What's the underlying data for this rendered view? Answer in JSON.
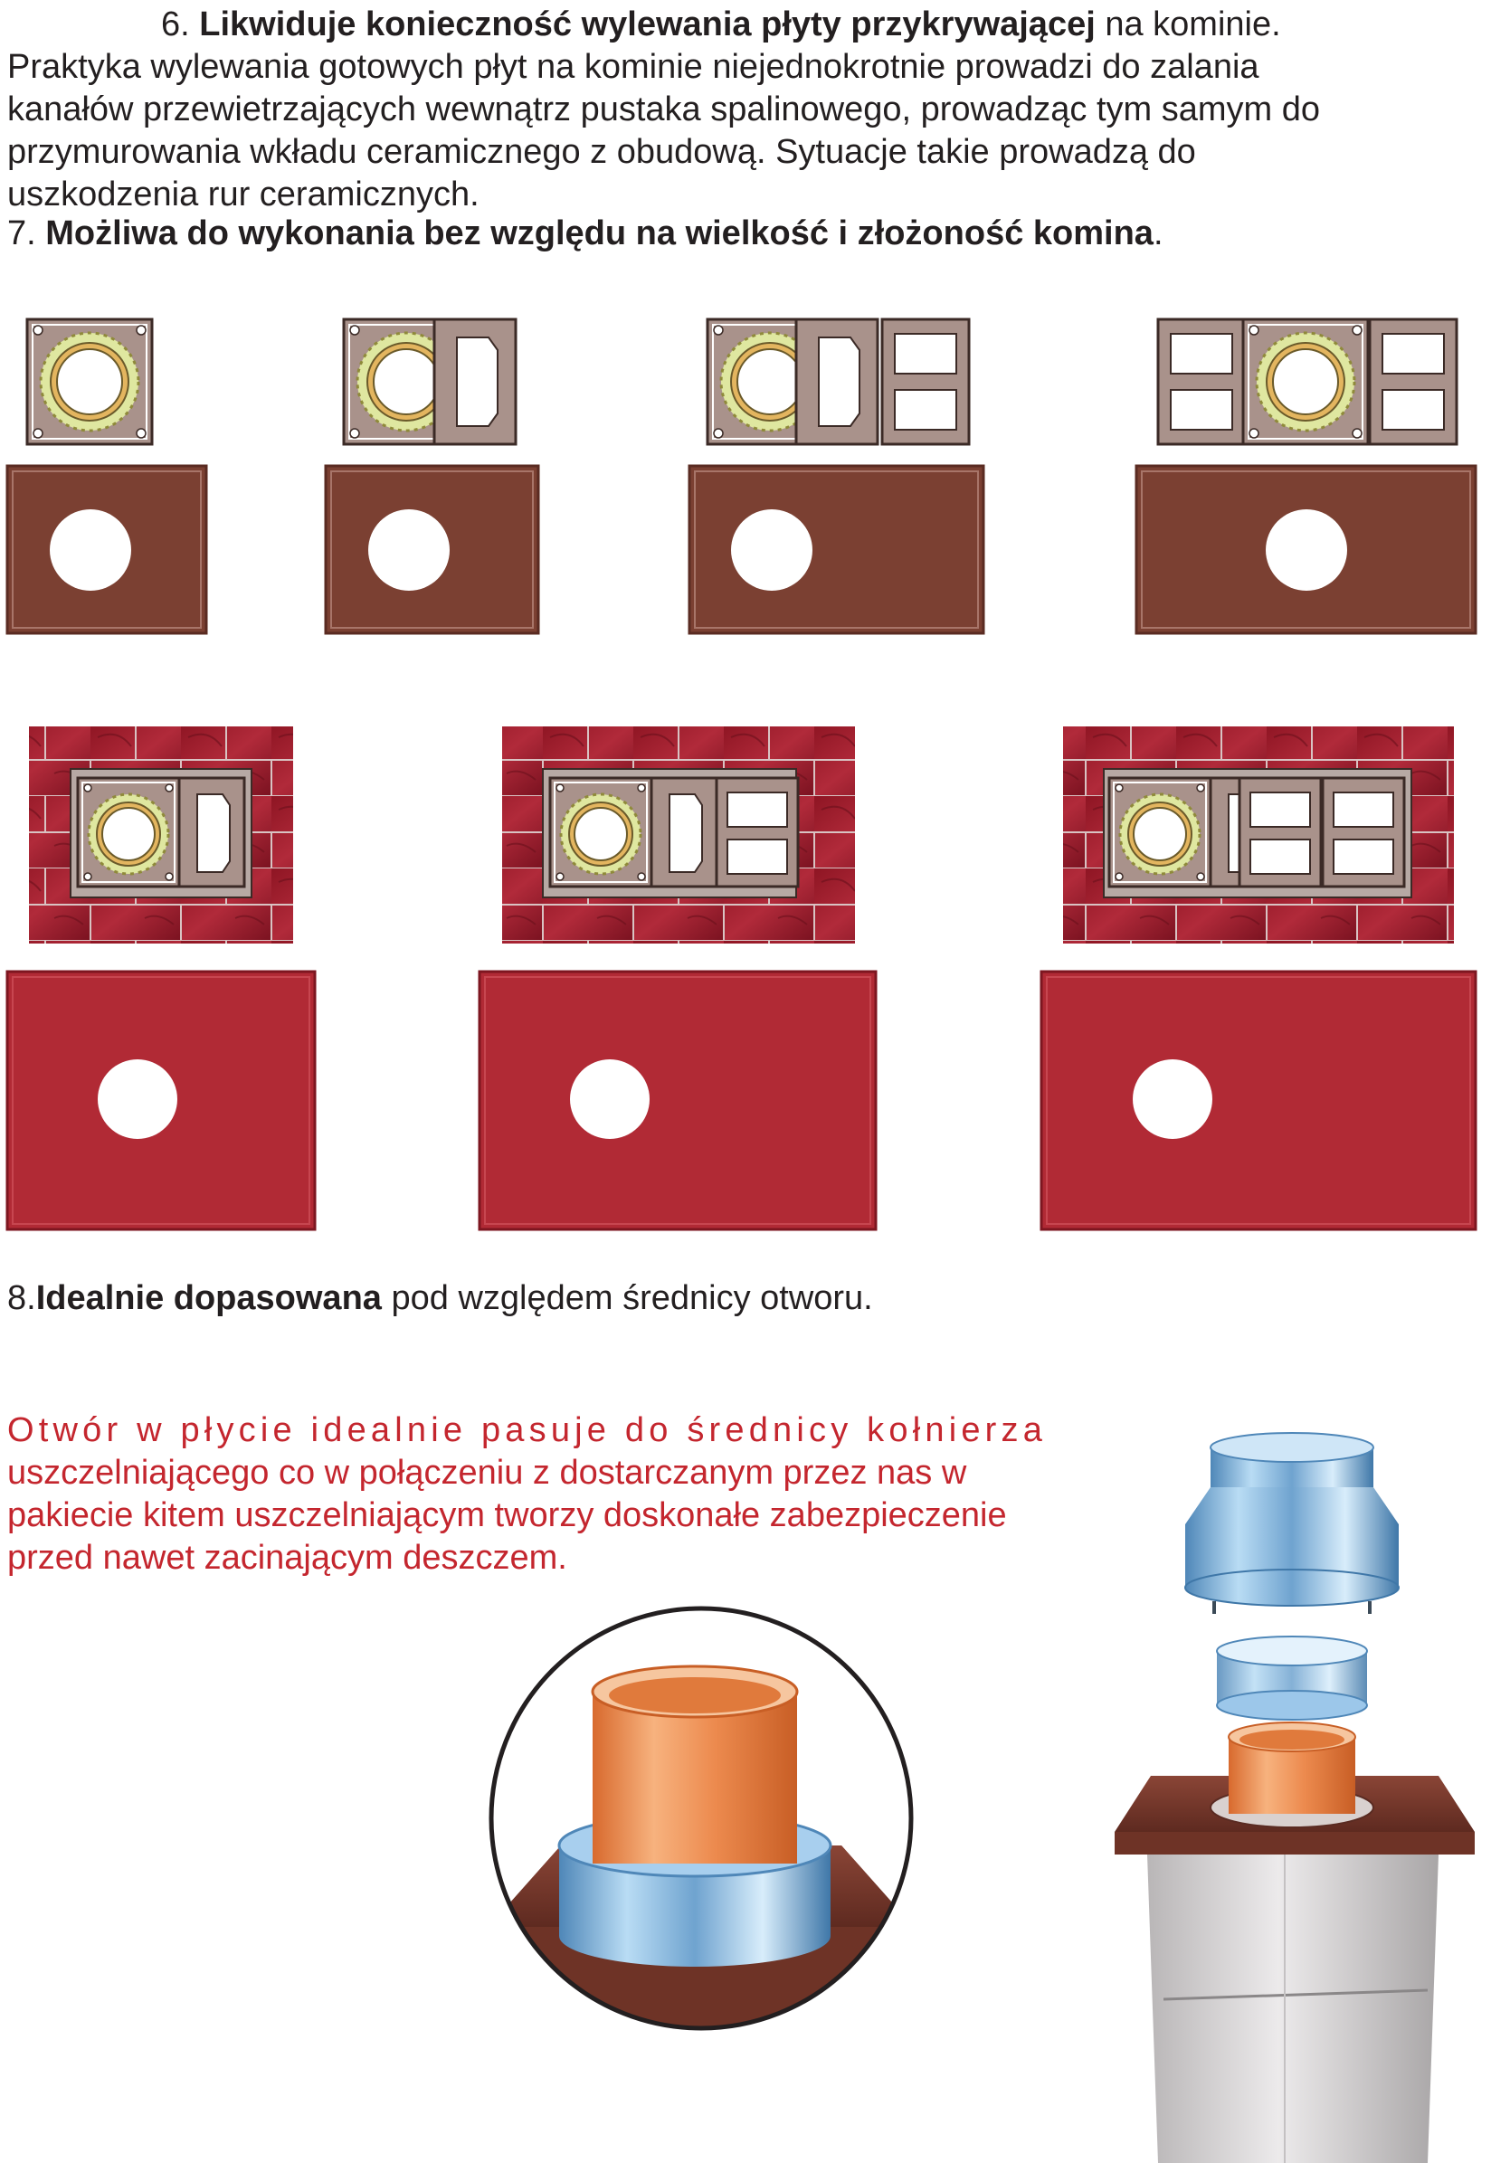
{
  "section6": {
    "number": "6.",
    "bold": "Likwiduje konieczność wylewania płyty przykrywającej",
    "rest_first": "na kominie.",
    "lines": [
      "Praktyka wylewania gotowych płyt na kominie niejednokrotnie prowadzi do zalania",
      "kanałów przewietrzających wewnątrz pustaka spalinowego, prowadząc tym samym do",
      "przymurowania wkładu ceramicznego z obudową. Sytuacje takie prowadzą do",
      "uszkodzenia rur ceramicznych."
    ]
  },
  "section7": {
    "number": "7.",
    "bold": "Możliwa do wykonania bez względu na wielkość i złożoność komina",
    "end": "."
  },
  "section8": {
    "number": "8.",
    "bold": "Idealnie dopasowana",
    "rest": "pod względem średnicy otworu."
  },
  "red_text": {
    "lines": [
      "Otwór w płycie idealnie pasuje do średnicy kołnierza",
      "uszczelniającego co w połączeniu z dostarczanym przez nas w",
      "pakiecie kitem uszczelniającym tworzy doskonałe zabezpieczenie",
      "przed nawet zacinającym deszczem."
    ]
  },
  "colors": {
    "text": "#231f20",
    "red_text": "#c4262e",
    "brown_plate": "#7b4032",
    "red_plate": "#b12a35",
    "block": "#a9928b",
    "ring": "#dfe7a0",
    "ring_dark": "#b8b060",
    "copper": "#e98a4f",
    "steel": "#8fbfe3",
    "chimney_grey": "#d6d3d4",
    "brick": "#9e1e2c"
  }
}
